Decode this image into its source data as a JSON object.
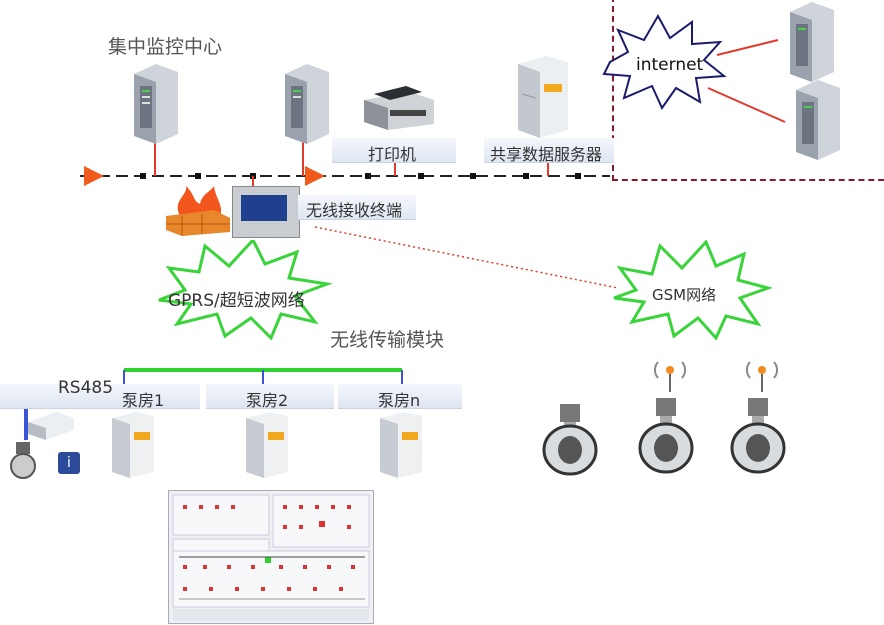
{
  "labels": {
    "monitoring_center": "集中监控中心",
    "printer": "打印机",
    "shared_server": "共享数据服务器",
    "wireless_receiver": "无线接收终端",
    "internet": "internet",
    "gprs_network": "GPRS/超短波网络",
    "gsm_network": "GSM网络",
    "wireless_module": "无线传输模块",
    "rs485": "RS485",
    "pump1": "泵房1",
    "pump2": "泵房2",
    "pumpn": "泵房n"
  },
  "colors": {
    "arrow": "#f05a1a",
    "link_red": "#e23a2a",
    "dotted_red": "#e23a2a",
    "dash_border": "#8a1a2a",
    "burst_green": "#39d33a",
    "bus_green": "#2fd12f",
    "rs485_blue": "#3b54d6"
  },
  "icons": [
    "server-icon",
    "printer-icon",
    "firewall-icon",
    "terminal-icon",
    "pump-cabinet-icon",
    "flowmeter-icon",
    "antenna-icon",
    "info-icon"
  ]
}
